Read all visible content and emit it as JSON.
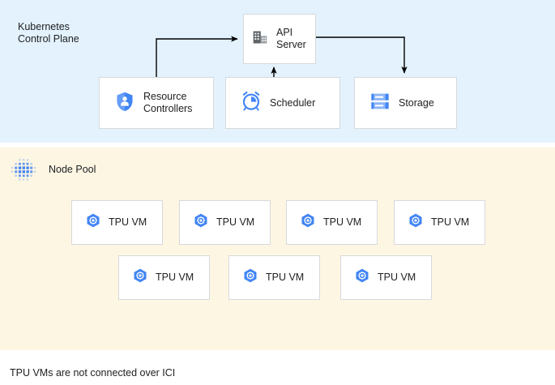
{
  "palette": {
    "control_plane_bg": "#e3f2fd",
    "node_pool_bg": "#fdf6e3",
    "box_bg": "#ffffff",
    "box_border": "#d6d9dc",
    "icon_blue": "#4285f4",
    "icon_blue_light": "#8ab4f8",
    "icon_gray": "#5f6368",
    "line": "#000000",
    "text": "#202124"
  },
  "control_plane": {
    "title": "Kubernetes\nControl Plane",
    "nodes": {
      "api_server": {
        "label": "API\nServer",
        "icon": "building-icon"
      },
      "resource_controllers": {
        "label": "Resource\nControllers",
        "icon": "shield-person-icon"
      },
      "scheduler": {
        "label": "Scheduler",
        "icon": "alarm-clock-icon"
      },
      "storage": {
        "label": "Storage",
        "icon": "server-rack-icon"
      }
    },
    "connections": [
      {
        "from": "resource_controllers",
        "to": "api_server",
        "style": "elbow-up-right-arrow"
      },
      {
        "from": "scheduler",
        "to": "api_server",
        "style": "straight-up-arrow"
      },
      {
        "from": "api_server",
        "to": "storage",
        "style": "elbow-right-down-arrow"
      }
    ]
  },
  "node_pool": {
    "title": "Node Pool",
    "icon": "dot-cluster-icon",
    "rows": [
      [
        {
          "label": "TPU VM",
          "icon": "tpu-hexagon-icon"
        },
        {
          "label": "TPU VM",
          "icon": "tpu-hexagon-icon"
        },
        {
          "label": "TPU VM",
          "icon": "tpu-hexagon-icon"
        },
        {
          "label": "TPU VM",
          "icon": "tpu-hexagon-icon"
        }
      ],
      [
        {
          "label": "TPU VM",
          "icon": "tpu-hexagon-icon"
        },
        {
          "label": "TPU VM",
          "icon": "tpu-hexagon-icon"
        },
        {
          "label": "TPU VM",
          "icon": "tpu-hexagon-icon"
        }
      ]
    ]
  },
  "footnote": "TPU VMs are not connected over ICI"
}
